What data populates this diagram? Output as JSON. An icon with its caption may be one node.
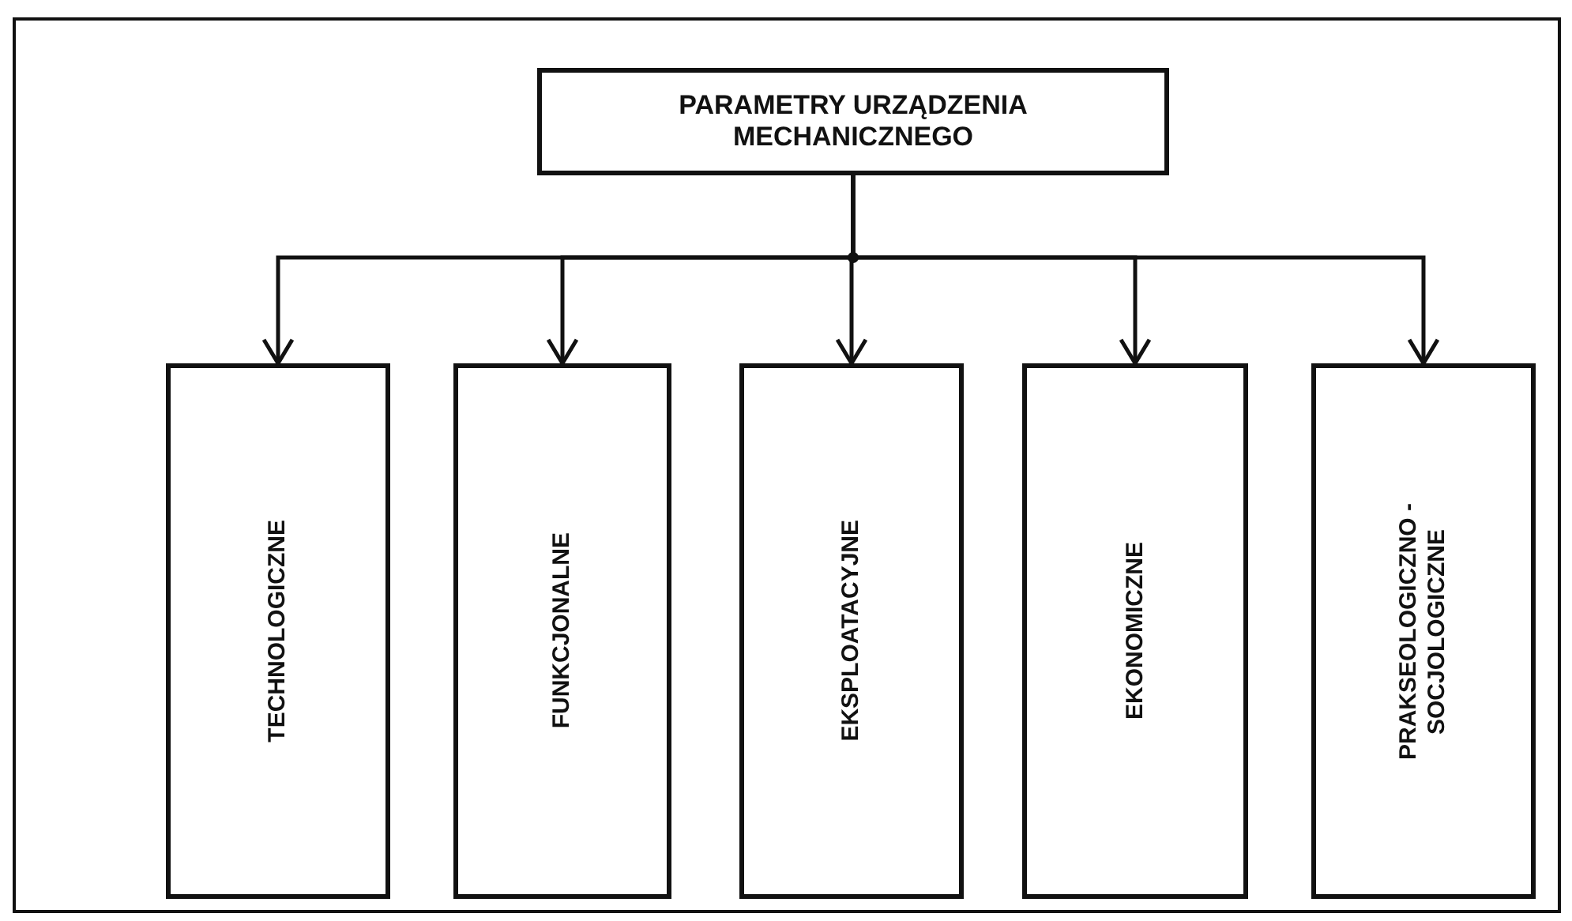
{
  "diagram": {
    "nodes": [
      {
        "text": [
          "PARAMETRY URZĄDZENIA MECHANICZNEGO"
        ]
      },
      {
        "text": [
          "TECHNOLOGICZNE"
        ]
      },
      {
        "text": [
          "FUNKCJONALNE"
        ]
      },
      {
        "text": [
          "EKSPLOATACYJNE"
        ]
      },
      {
        "text": [
          "EKONOMICZNE"
        ]
      },
      {
        "text": [
          "PRAKSEOLOGICZNO - SOCJOLOGICZNE"
        ]
      }
    ],
    "edges": [
      {
        "from": 0,
        "to": 1,
        "arrow": "to"
      },
      {
        "from": 0,
        "to": 2,
        "arrow": "to"
      },
      {
        "from": 0,
        "to": 3,
        "arrow": "to"
      },
      {
        "from": 0,
        "to": 4,
        "arrow": "to"
      },
      {
        "from": 0,
        "to": 5,
        "arrow": "to"
      }
    ]
  }
}
